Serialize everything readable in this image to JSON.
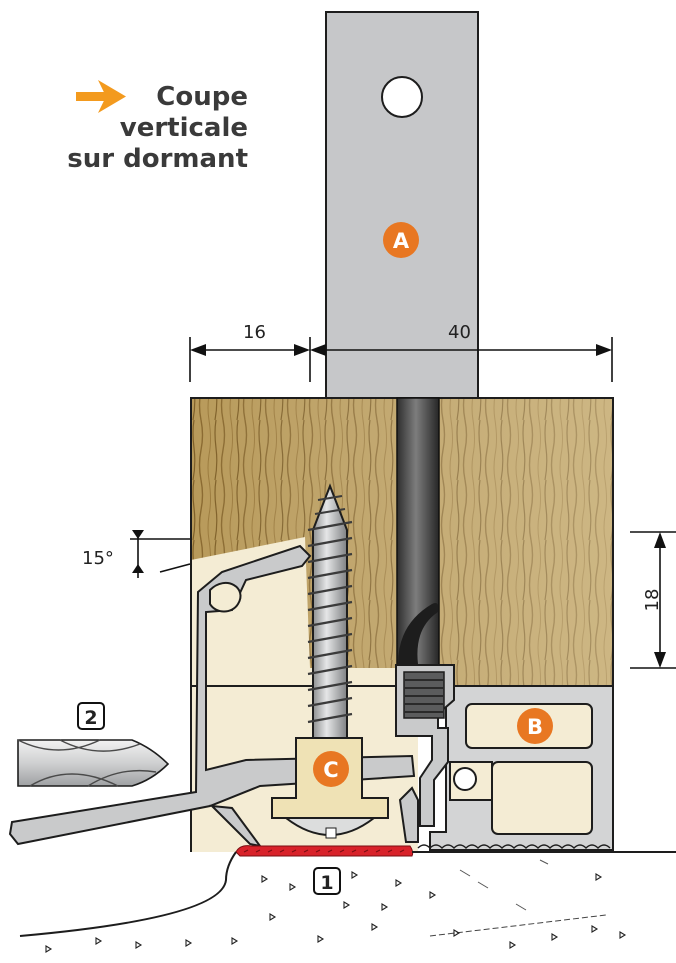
{
  "title": {
    "line1": "Coupe",
    "line2": "verticale",
    "line3": "sur dormant"
  },
  "dimensions": {
    "left_width": "16",
    "right_width": "40",
    "height": "18",
    "angle": "15°"
  },
  "badges": {
    "a": "A",
    "b": "B",
    "c": "C"
  },
  "callouts": {
    "one": "1",
    "two": "2"
  },
  "colors": {
    "accent_orange": "#e87722",
    "arrow_orange": "#f39a1e",
    "wood": "#b59552",
    "profile_grey": "#c9cacb",
    "sealant_red": "#d8222a",
    "plate_grey": "#c6c7c9"
  }
}
